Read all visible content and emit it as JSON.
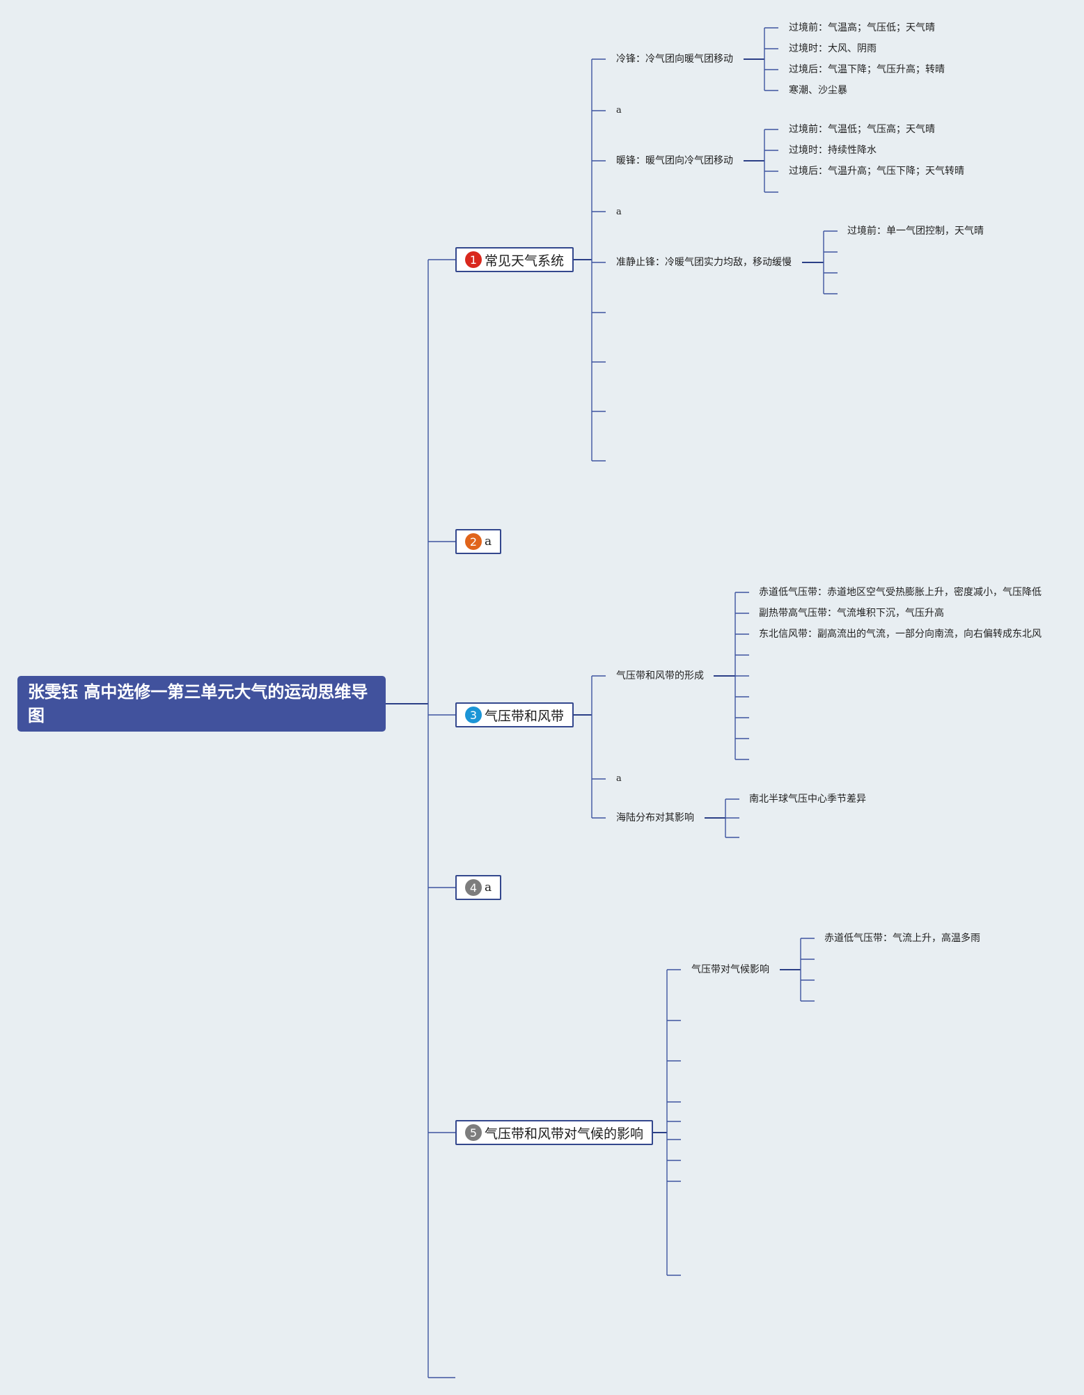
{
  "root": {
    "title": "张雯钰 高中选修一第三单元大气的运动思维导图"
  },
  "topics": [
    {
      "number": "1",
      "label": "常见天气系统",
      "color": "#d9281d"
    },
    {
      "number": "2",
      "label": "a",
      "color": "#e0641b"
    },
    {
      "number": "3",
      "label": "气压带和风带",
      "color": "#1c95d6"
    },
    {
      "number": "4",
      "label": "a",
      "color": "#7d7d7d"
    },
    {
      "number": "5",
      "label": "气压带和风带对气候的影响",
      "color": "#7d7d7d"
    }
  ],
  "branch1": {
    "cold_front": {
      "label": "冷锋：冷气团向暖气团移动",
      "items": [
        "过境前：气温高；气压低；天气晴",
        "过境时：大风、阴雨",
        "过境后：气温下降；气压升高；转晴",
        "寒潮、沙尘暴"
      ]
    },
    "placeholder_a1": "a",
    "warm_front": {
      "label": "暖锋：暖气团向冷气团移动",
      "items": [
        "过境前：气温低；气压高；天气晴",
        "过境时：持续性降水",
        "过境后：气温升高；气压下降；天气转晴"
      ]
    },
    "placeholder_a2": "a",
    "stationary_front": {
      "label": "准静止锋：冷暖气团实力均敌，移动缓慢",
      "items": [
        "过境前：单一气团控制，天气晴"
      ]
    }
  },
  "branch3": {
    "formation": {
      "label": "气压带和风带的形成",
      "items": [
        "赤道低气压带：赤道地区空气受热膨胀上升，密度减小，气压降低",
        "副热带高气压带：气流堆积下沉，气压升高",
        "东北信风带：副高流出的气流，一部分向南流，向右偏转成东北风"
      ]
    },
    "placeholder_a": "a",
    "land_sea": {
      "label": "海陆分布对其影响",
      "items": [
        "南北半球气压中心季节差异"
      ]
    }
  },
  "branch5": {
    "climate": {
      "label": "气压带对气候影响",
      "items": [
        "赤道低气压带：气流上升，高温多雨"
      ]
    }
  }
}
